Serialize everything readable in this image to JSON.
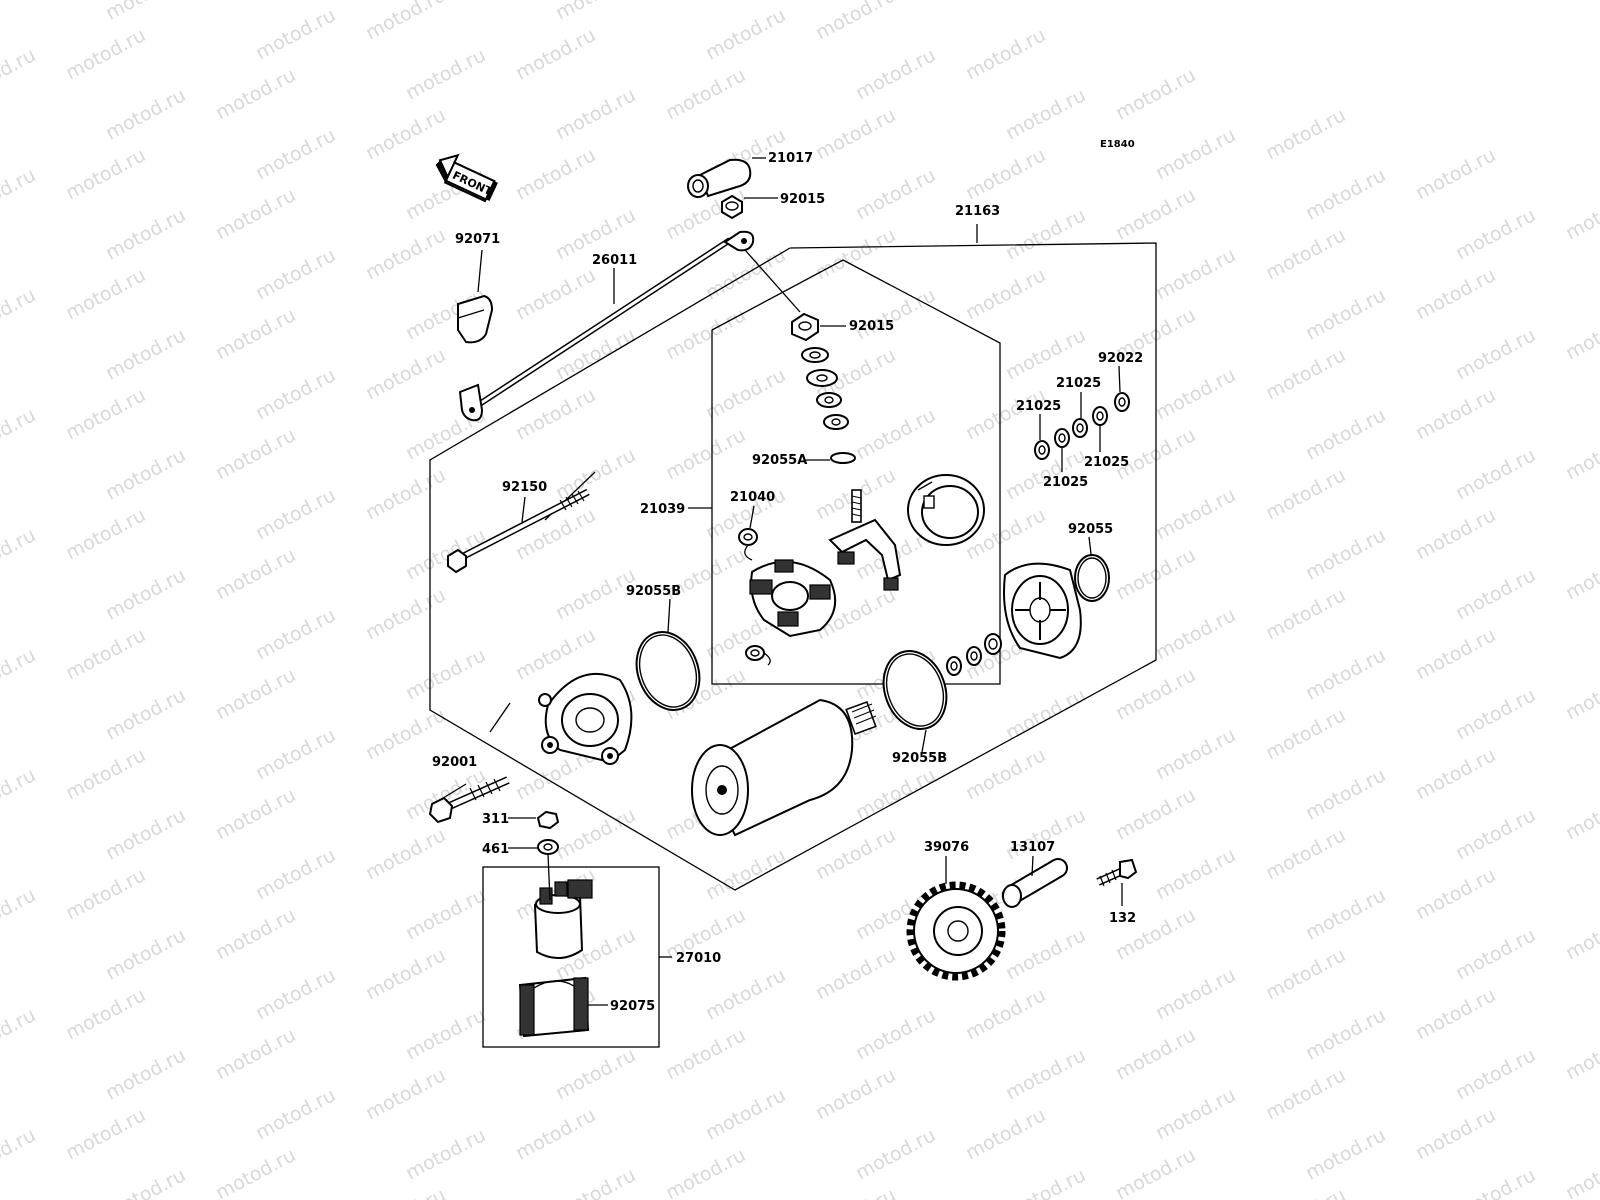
{
  "diagram_code": "E1840",
  "front_label": "FRONT",
  "watermark": "motod.ru",
  "labels": {
    "p21017": "21017",
    "p92015_top": "92015",
    "p21163": "21163",
    "p92071": "92071",
    "p26011": "26011",
    "p92015_mid": "92015",
    "p92022": "92022",
    "p21025_a": "21025",
    "p21025_b": "21025",
    "p21025_c": "21025",
    "p21025_d": "21025",
    "p92055A": "92055A",
    "p92150": "92150",
    "p21039": "21039",
    "p21040": "21040",
    "p92055": "92055",
    "p92055B_left": "92055B",
    "p92055B_right": "92055B",
    "p92001": "92001",
    "p311": "311",
    "p461": "461",
    "p39076": "39076",
    "p13107": "13107",
    "p132": "132",
    "p27010": "27010",
    "p92075": "92075"
  }
}
